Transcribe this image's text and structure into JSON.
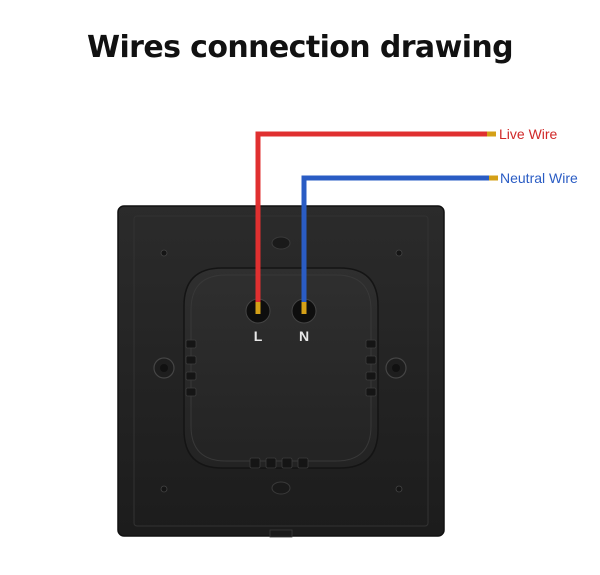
{
  "title": "Wires connection drawing",
  "wires": {
    "live": {
      "label": "Live Wire",
      "terminal": "L",
      "color": "#e03030"
    },
    "neutral": {
      "label": "Neutral Wire",
      "terminal": "N",
      "color": "#2a5cc4"
    }
  },
  "colors": {
    "panel": "#222222",
    "panel_edge": "#3a3a3a",
    "box": "#282828",
    "copper_tip": "#d4a017",
    "terminal_text": "#e8e8e8",
    "title": "#111111"
  }
}
